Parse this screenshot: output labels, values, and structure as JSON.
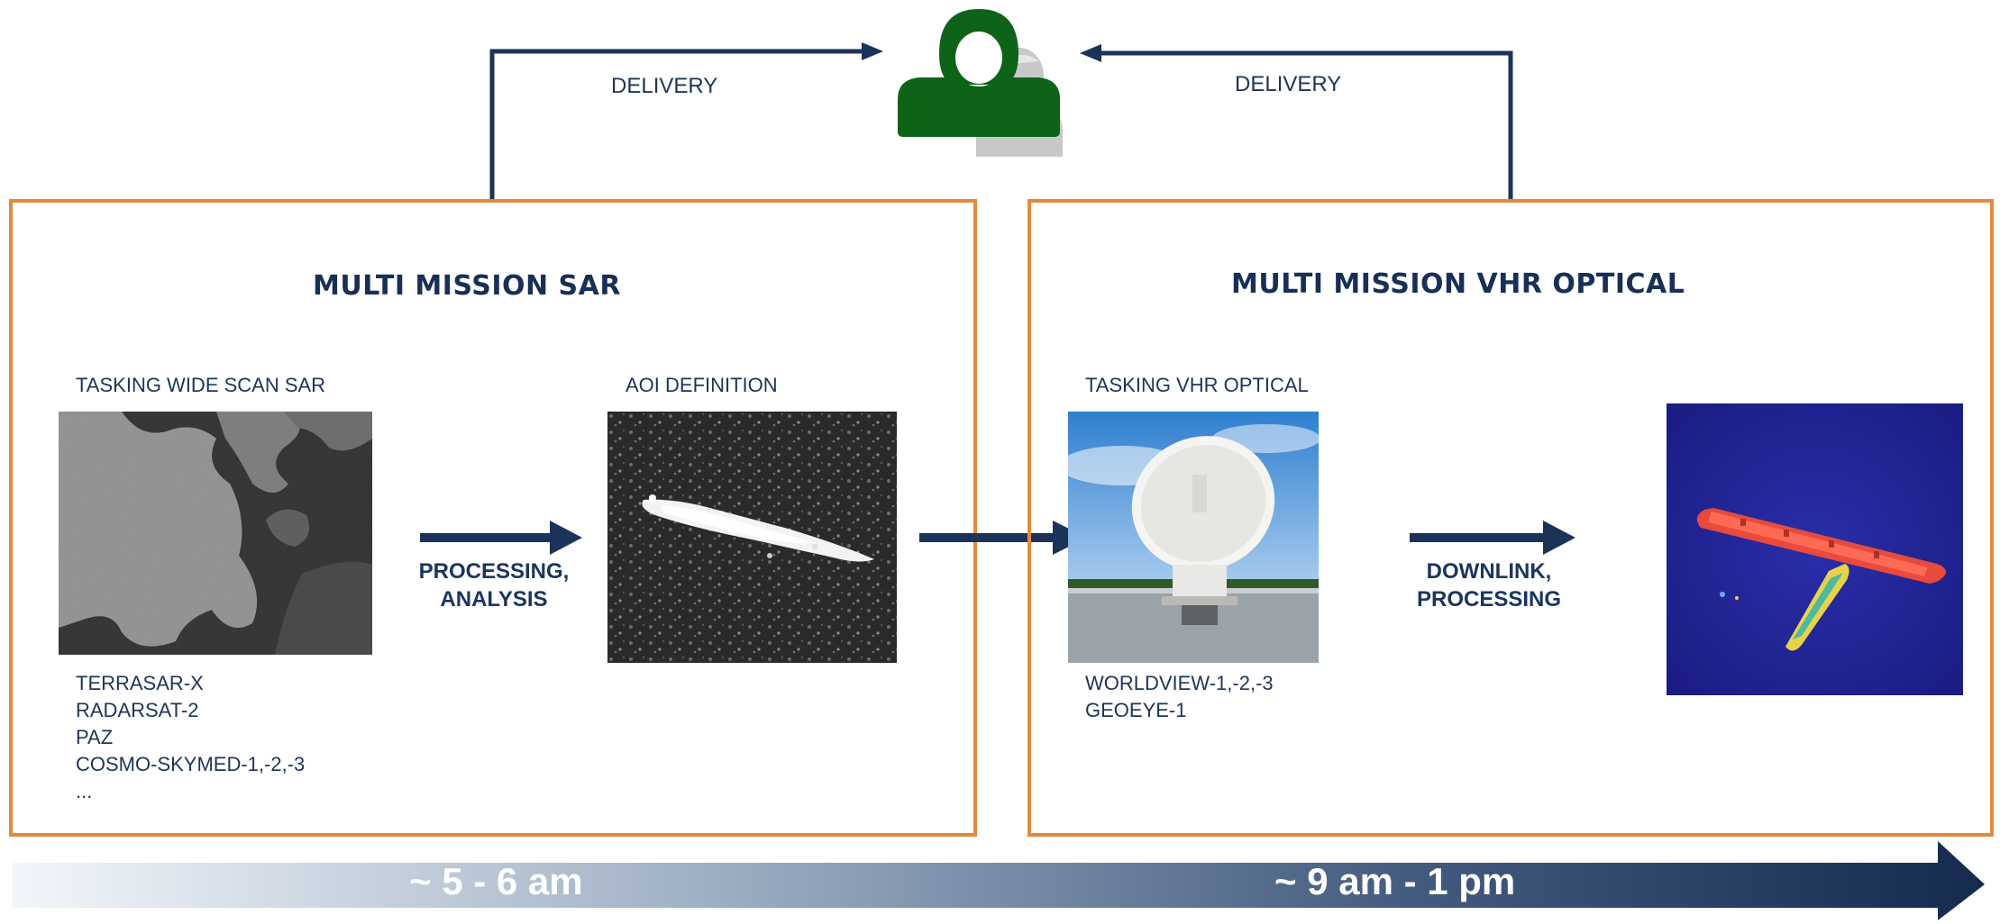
{
  "top": {
    "delivery_left": "DELIVERY",
    "delivery_right": "DELIVERY"
  },
  "sar": {
    "title": "MULTI MISSION SAR",
    "tasking_label": "TASKING WIDE SCAN SAR",
    "aoi_label": "AOI DEFINITION",
    "step": [
      "PROCESSING,",
      "ANALYSIS"
    ],
    "missions": [
      "TERRASAR-X",
      "RADARSAT-2",
      "PAZ",
      "COSMO-SKYMED-1,-2,-3",
      "..."
    ]
  },
  "optical": {
    "title": "MULTI MISSION VHR OPTICAL",
    "tasking_label": "TASKING VHR OPTICAL",
    "step": [
      "DOWNLINK,",
      "PROCESSING"
    ],
    "missions": [
      "WORLDVIEW-1,-2,-3",
      "GEOEYE-1"
    ]
  },
  "timeline": {
    "left_label": "~ 5 - 6 am",
    "right_label": "~ 9 am - 1 pm"
  },
  "colors": {
    "panel_border": "#e48a3c",
    "navy": "#1b3359",
    "user_primary": "#0d6318",
    "user_secondary": "#c8c8c8"
  },
  "icons": {
    "users": "two-users-icon"
  }
}
